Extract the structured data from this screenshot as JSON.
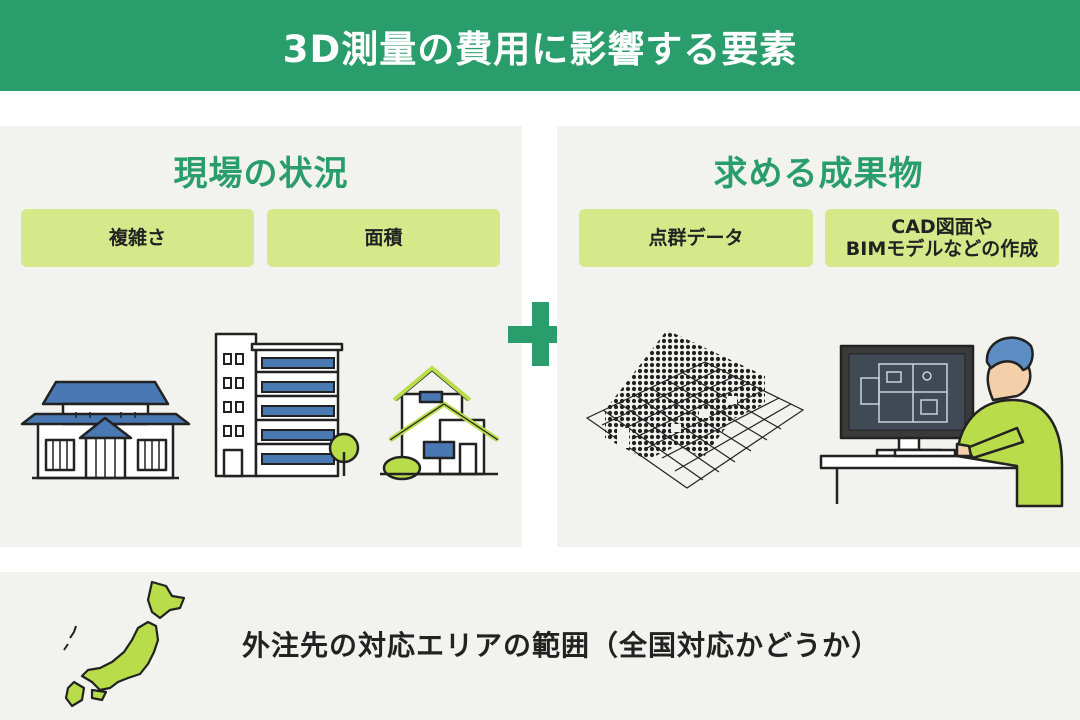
{
  "header": {
    "title": "3D測量の費用に影響する要素"
  },
  "left_panel": {
    "title": "現場の状況",
    "chips": [
      {
        "label": "複雑さ"
      },
      {
        "label": "面積"
      }
    ]
  },
  "right_panel": {
    "title": "求める成果物",
    "chips": [
      {
        "label": "点群データ"
      },
      {
        "label_line1": "CAD図面や",
        "label_line2": "BIMモデルなどの作成"
      }
    ]
  },
  "bottom": {
    "text": "外注先の対応エリアの範囲（全国対応かどうか）"
  },
  "icons": {
    "traditional_house": "japanese-house-icon",
    "apartment": "apartment-building-icon",
    "house": "modern-house-icon",
    "point_cloud": "point-cloud-house-icon",
    "cad_worker": "cad-worker-icon",
    "japan_map": "japan-map-icon",
    "plus": "plus-icon"
  },
  "colors": {
    "brand_green": "#2a9d6c",
    "chip_lime": "#d5e88a",
    "panel_bg": "#f2f2ef",
    "roof_blue": "#4a78b3",
    "figure_green": "#b9dc4a",
    "skin": "#f3cfaa",
    "hair": "#5c8ec4"
  }
}
